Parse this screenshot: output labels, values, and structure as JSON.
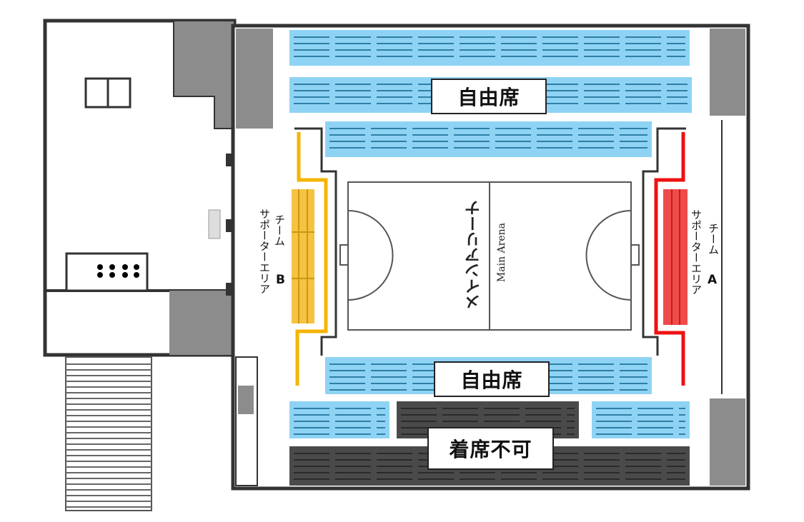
{
  "labels": {
    "free_seats_top": "自由席",
    "free_seats_bottom": "自由席",
    "no_seating": "着席不可",
    "team_b_name": "チーム",
    "team_b_letter": "B",
    "team_b_area": "サポーターエリア",
    "team_a_name": "チーム",
    "team_a_letter": "A",
    "team_a_area": "サポーターエリア",
    "court_jp": "メインアリーナ",
    "court_en": "Main Arena"
  },
  "colors": {
    "free_seats": "#8fd3f4",
    "no_seating": "#4a4a4a",
    "team_b": "#f5c242",
    "team_a": "#f04a4a",
    "team_b_line": "#f5b400",
    "team_a_line": "#ee1111",
    "wall": "#8c8c8c"
  }
}
